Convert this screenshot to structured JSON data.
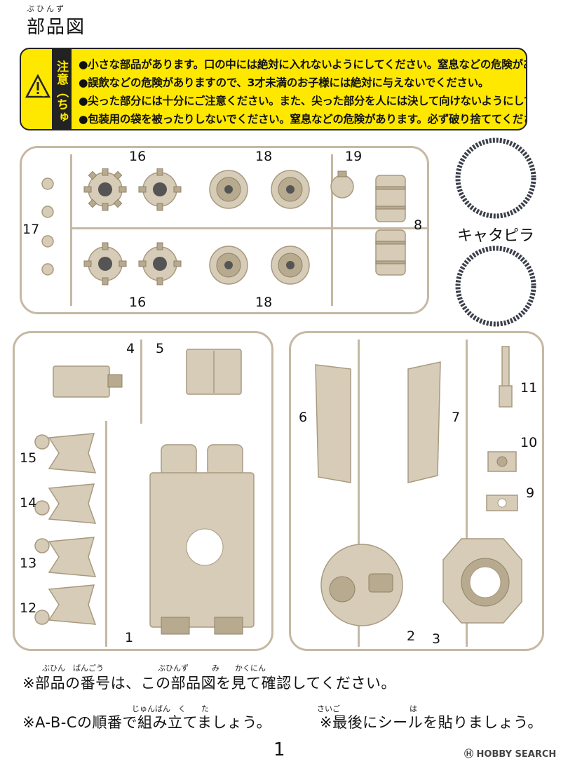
{
  "header": {
    "ruby": "ぶひんず",
    "title": "部品図"
  },
  "warning": {
    "label": "注意（ちゅうい）",
    "lines": [
      "●小さな部品があります。口の中には絶対に入れないようにしてください。窒息などの危険があります。",
      "●誤飲などの危険がありますので、3才未満のお子様には絶対に与えないでください。",
      "●尖った部分には十分にご注意ください。また、尖った部分を人には決して向けないようにしてください。",
      "●包装用の袋を被ったりしないでください。窒息などの危険があります。必ず破り捨ててください。"
    ]
  },
  "parts": {
    "p16a": "16",
    "p16b": "16",
    "p18a": "18",
    "p18b": "18",
    "p19": "19",
    "p17": "17",
    "p8": "8",
    "tracks": "キャタピラ",
    "p4": "4",
    "p5": "5",
    "p15": "15",
    "p14": "14",
    "p13": "13",
    "p12": "12",
    "p1": "1",
    "p6": "6",
    "p7": "7",
    "p11": "11",
    "p10": "10",
    "p9": "9",
    "p2": "2",
    "p3": "3"
  },
  "notes": {
    "ruby1": "ぶひん　ばんごう　　　　　　　ぶひんず　　　み　　かくにん",
    "line1": "※部品の番号は、この部品図を見て確認してください。",
    "ruby2": "じゅんばん　く　　た　　　　　　　　　　　　　　さいご　　　　　　　　　は",
    "line2a": "※A-B-Cの順番で組み立てましょう。",
    "line2b": "※最後にシールを貼りましょう。"
  },
  "footer": {
    "page": "1",
    "watermark": "HOBBY SEARCH"
  }
}
